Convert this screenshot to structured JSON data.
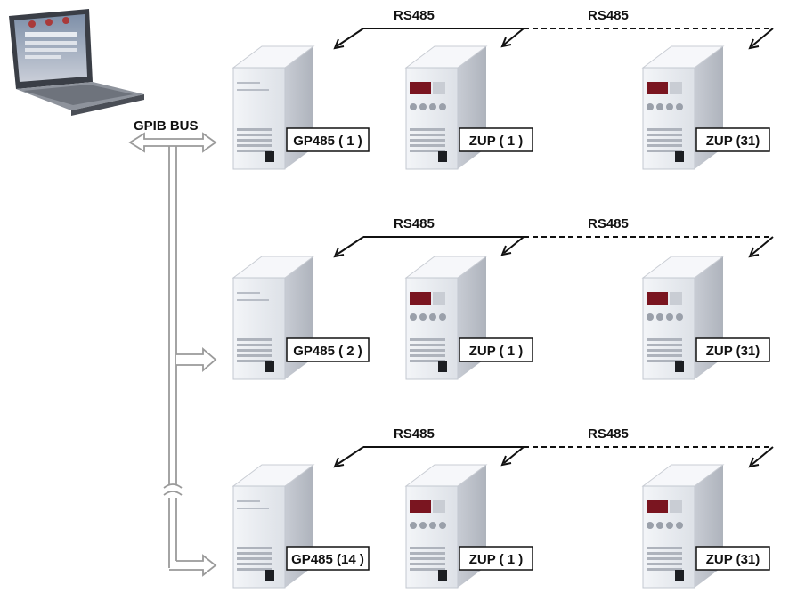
{
  "gpib_bus_label": "GPIB BUS",
  "colors": {
    "bus_outline": "#9a9a9a",
    "unit_body": "#e9ecf1",
    "unit_shadow": "#c3c8d0",
    "display": "#7a1520",
    "link": "#111111"
  },
  "rows": [
    {
      "rs485_left": "RS485",
      "rs485_right": "RS485",
      "units": [
        {
          "label": "GP485 ( 1 )",
          "kind": "gp485"
        },
        {
          "label": "ZUP ( 1 )",
          "kind": "zup"
        },
        {
          "label": "ZUP (31)",
          "kind": "zup"
        }
      ]
    },
    {
      "rs485_left": "RS485",
      "rs485_right": "RS485",
      "units": [
        {
          "label": "GP485 ( 2 )",
          "kind": "gp485"
        },
        {
          "label": "ZUP ( 1 )",
          "kind": "zup"
        },
        {
          "label": "ZUP (31)",
          "kind": "zup"
        }
      ]
    },
    {
      "rs485_left": "RS485",
      "rs485_right": "RS485",
      "units": [
        {
          "label": "GP485 (14 )",
          "kind": "gp485"
        },
        {
          "label": "ZUP ( 1 )",
          "kind": "zup"
        },
        {
          "label": "ZUP (31)",
          "kind": "zup"
        }
      ]
    }
  ]
}
